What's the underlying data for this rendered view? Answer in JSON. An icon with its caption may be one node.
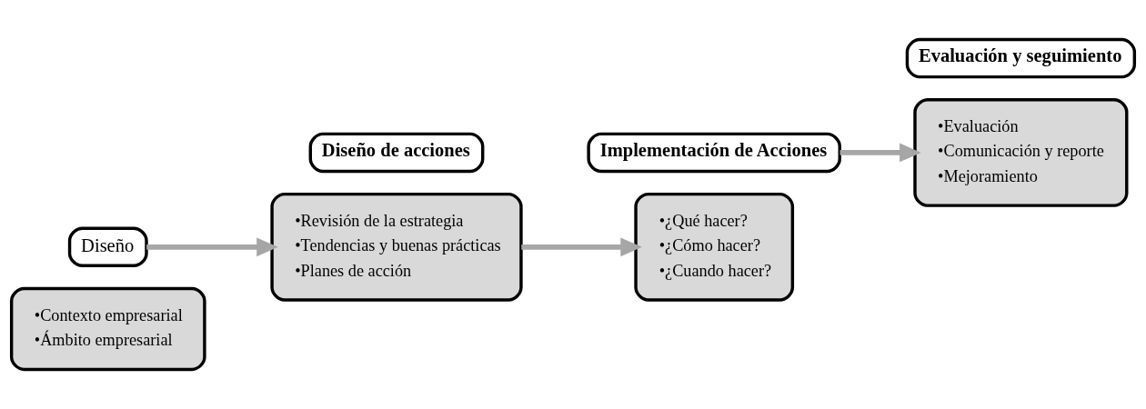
{
  "diagram": {
    "nodes": [
      {
        "text": [
          "•Contexto empresarial",
          "•Ámbito empresarial"
        ]
      },
      {
        "text": [
          "Diseño"
        ]
      },
      {
        "text": [
          "•Revisión de la estrategia",
          "•Tendencias y buenas prácticas",
          "•Planes de acción"
        ]
      },
      {
        "text": [
          "Diseño de acciones"
        ]
      },
      {
        "text": [
          "•¿Qué hacer?",
          "•¿Cómo hacer?",
          "•¿Cuando hacer?"
        ]
      },
      {
        "text": [
          "Implementación de Acciones"
        ]
      },
      {
        "text": [
          "•Evaluación",
          "•Comunicación y reporte",
          "•Mejoramiento"
        ]
      },
      {
        "text": [
          "Evaluación y seguimiento"
        ]
      }
    ],
    "edges": [
      {
        "from": 1,
        "to": 2,
        "arrow": "to"
      },
      {
        "from": 2,
        "to": 4,
        "arrow": "to"
      },
      {
        "from": 5,
        "to": 6,
        "arrow": "to"
      }
    ]
  }
}
